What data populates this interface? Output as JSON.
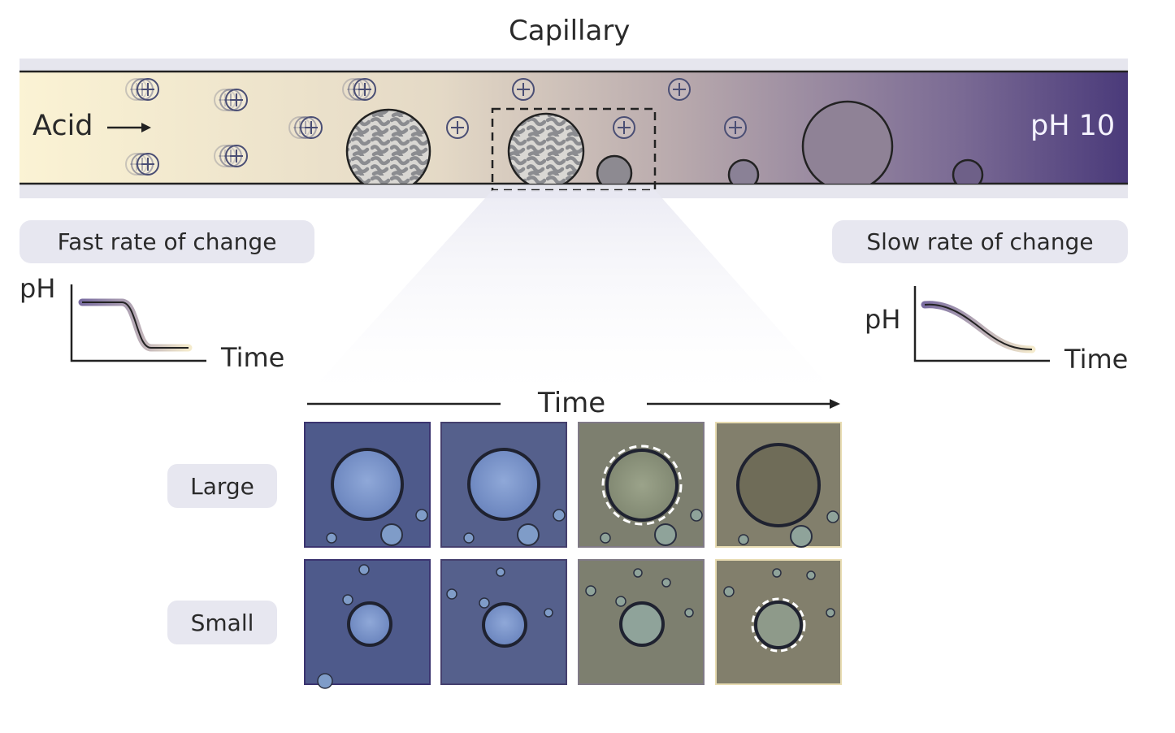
{
  "title": "Capillary",
  "inlet_label": "Acid",
  "end_label": "pH 10",
  "fast_label": "Fast rate of change",
  "slow_label": "Slow rate of change",
  "plot_y_label": "pH",
  "plot_x_label": "Time",
  "time_axis_label": "Time",
  "row_labels": {
    "large": "Large",
    "small": "Small"
  },
  "colors": {
    "acid_end": "#fbf3d4",
    "mid": "#b8a8a6",
    "base_end": "#4a3a7a",
    "wall": "#e6e6ee",
    "panel_blue": "#4f5b8c",
    "panel_grey": "#7d7f6e"
  },
  "icons": [
    "plus-ion-icon",
    "arrow-right-icon",
    "coacervate-droplet-icon",
    "dashed-zoom-box-icon"
  ]
}
